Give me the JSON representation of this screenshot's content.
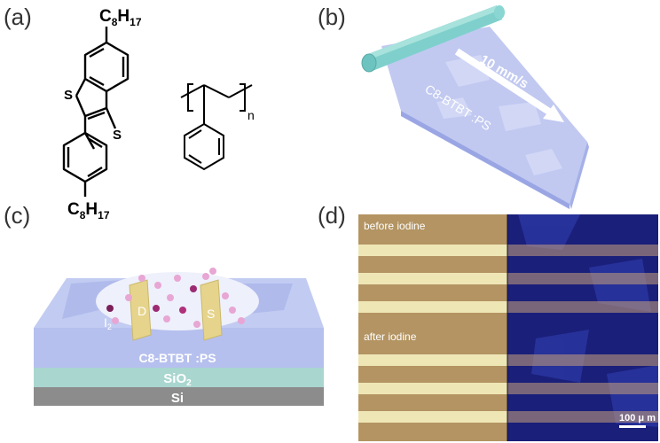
{
  "panels": {
    "a": {
      "label": "(a)",
      "molecule1": {
        "substituent_top": "C",
        "sub_top_8": "8",
        "h_top": "H",
        "sub_top_17": "17",
        "substituent_bottom": "C",
        "sub_bottom_8": "8",
        "h_bottom": "H",
        "sub_bottom_17": "17",
        "s1": "S",
        "s2": "S"
      },
      "molecule2": {
        "repeat_n": "n"
      }
    },
    "b": {
      "label": "(b)",
      "speed": "10 mm/s",
      "film_label": "C8-BTBT :PS"
    },
    "c": {
      "label": "(c)",
      "iodine": "I",
      "iodine_sub": "2",
      "drain": "D",
      "source": "S",
      "layer_film": "C8-BTBT :PS",
      "layer_oxide": "SiO",
      "layer_oxide_sub": "2",
      "layer_substrate": "Si"
    },
    "d": {
      "label": "(d)",
      "before_text": "before iodine",
      "after_text": "after iodine",
      "scale_bar": "100 μ m"
    }
  },
  "colors": {
    "rod": "#7fd0cc",
    "film": "#b6c0ee",
    "gold": "#e6d48c",
    "oxide": "#a9d6cf",
    "silicon": "#8c8c8c",
    "micro_left": "#b39462",
    "micro_right": "#1a1f7a"
  }
}
